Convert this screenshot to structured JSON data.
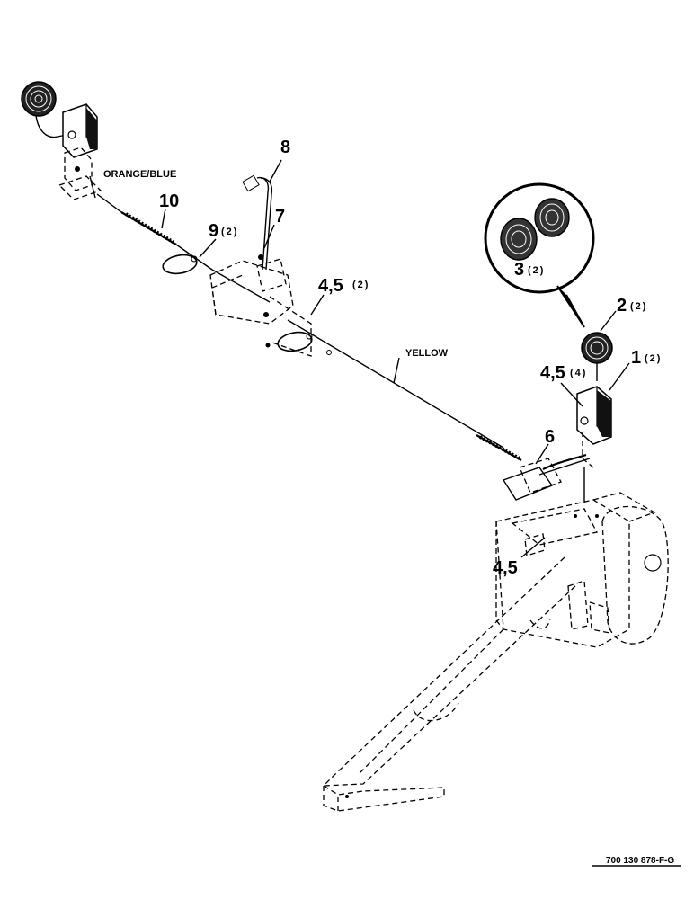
{
  "callouts": {
    "c8": {
      "num": "8",
      "qty": ""
    },
    "c10": {
      "num": "10",
      "qty": ""
    },
    "c7": {
      "num": "7",
      "qty": ""
    },
    "c9": {
      "num": "9",
      "qty": "(2)"
    },
    "c45a": {
      "num": "4,5",
      "qty": "(2)"
    },
    "c3": {
      "num": "3",
      "qty": "(2)"
    },
    "c2": {
      "num": "2",
      "qty": "(2)"
    },
    "c1": {
      "num": "1",
      "qty": "(2)"
    },
    "c45b": {
      "num": "4,5",
      "qty": "(4)"
    },
    "c6": {
      "num": "6",
      "qty": ""
    },
    "c45c": {
      "num": "4,5",
      "qty": ""
    }
  },
  "wires": {
    "orange_blue": "ORANGE/BLUE",
    "yellow": "YELLOW"
  },
  "figure_number": "700 130 878-F-G"
}
